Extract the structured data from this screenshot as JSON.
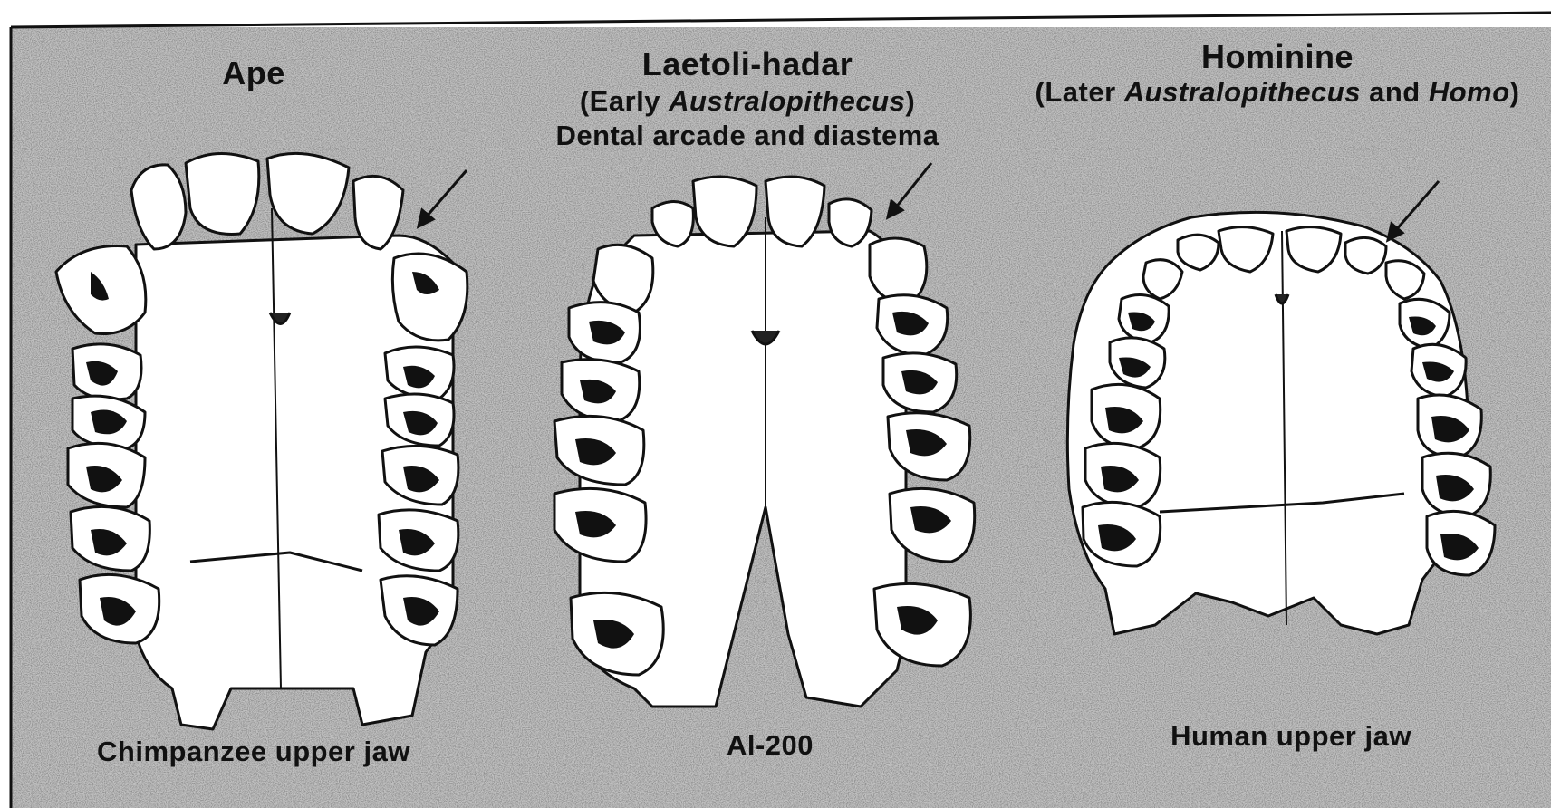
{
  "colors": {
    "background_fill": "#bdbdbd",
    "speckle": "#6e6e6e",
    "border": "#111111",
    "bone": "#ffffff",
    "ink": "#111111"
  },
  "panels": [
    {
      "title": "Ape",
      "caption": "Chimpanzee upper jaw"
    },
    {
      "title": "Laetoli-hadar",
      "subtitle_prefix": "(Early ",
      "subtitle_italic": "Australopithecus",
      "subtitle_suffix": ")",
      "subtitle_line2": "Dental arcade and diastema",
      "caption": "Al-200"
    },
    {
      "title": "Hominine",
      "subtitle_prefix": "(Later ",
      "subtitle_italic": "Australopithecus",
      "subtitle_middle": " and ",
      "subtitle_italic2": "Homo",
      "subtitle_suffix": ")",
      "caption": "Human upper jaw"
    }
  ],
  "icons": [
    "arrow-icon",
    "arrow-icon",
    "arrow-icon"
  ]
}
